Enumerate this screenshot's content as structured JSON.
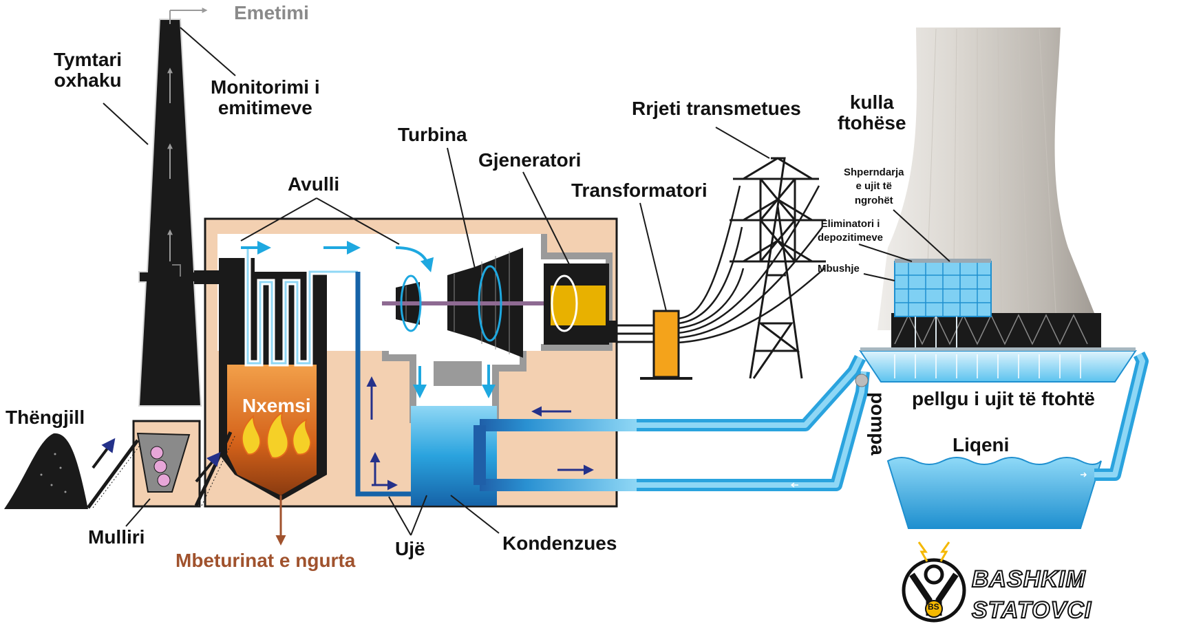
{
  "labels": {
    "emissions": "Emetimi",
    "chimney_smoke": "Tymtari\noxhaku",
    "emission_monitoring": "Monitorimi i\nemitimeve",
    "steam": "Avulli",
    "turbine": "Turbina",
    "generator": "Gjeneratori",
    "transformer": "Transformatori",
    "transmission_grid": "Rrjeti transmetues",
    "cooling_tower": "kulla\nftohëse",
    "warm_water_distribution": "Shperndarja\ne ujit të\nngrohët",
    "drift_eliminator": "Eliminatori i\ndepozitimeve",
    "fill": "Mbushje",
    "coal": "Thëngjill",
    "heat": "Nxemsi",
    "pump": "pompa",
    "cold_water_basin": "pellgu i ujit të ftohtë",
    "lake": "Liqeni",
    "mill": "Mulliri",
    "solid_waste": "Mbeturinat e ngurta",
    "water": "Ujë",
    "condenser": "Kondenzues"
  },
  "brand": {
    "line1": "BASHKIM",
    "line2": "STATOVCI",
    "logo_letters": "BS"
  },
  "colors": {
    "steam_blue": "#1ea8e0",
    "water_light": "#6cc8f0",
    "water_dark": "#1f5fa8",
    "flow_arrow": "#24318a",
    "plant_bg": "#f3d0b1",
    "dark_fill": "#1c1c1c",
    "fire_orange": "#e26a1c",
    "generator_yellow": "#e8b100",
    "waste_brown": "#a0522d",
    "cooling_tower_grey": "#d9d6d0"
  }
}
